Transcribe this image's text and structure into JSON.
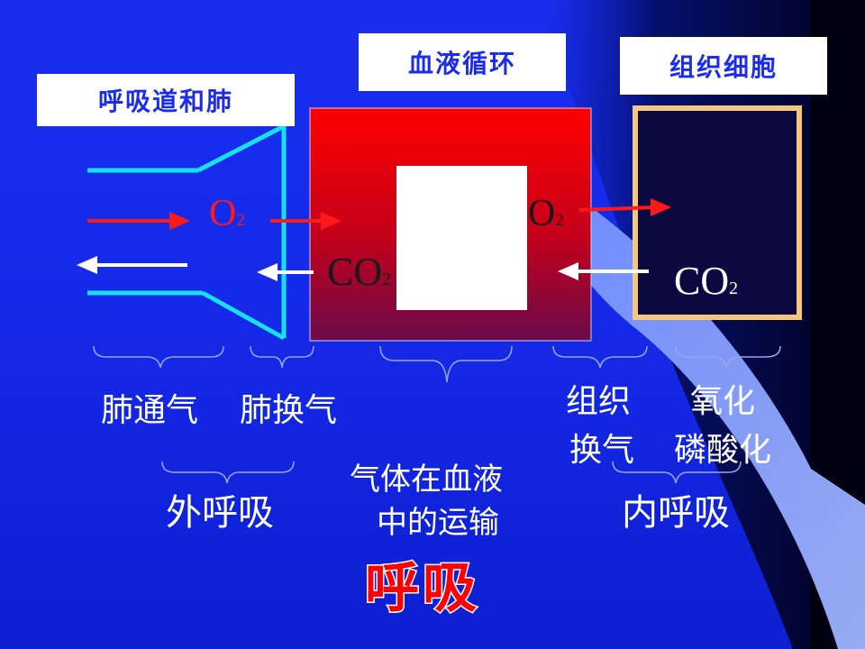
{
  "labels": {
    "respiratory_tract": "呼吸道和肺",
    "blood_circulation": "血液循环",
    "tissue_cells": "组织细胞"
  },
  "gases": {
    "o2_base": "O",
    "co2_base": "CO",
    "subscript": "2"
  },
  "stages": {
    "pulmonary_ventilation": "肺通气",
    "pulmonary_exchange": "肺换气",
    "tissue_exchange_line1": "组织",
    "tissue_exchange_line2": "换气",
    "oxidative_line1": "氧化",
    "oxidative_line2": "磷酸化",
    "blood_transport_line1": "气体在血液",
    "blood_transport_line2": "中的运输"
  },
  "groups": {
    "external_respiration": "外呼吸",
    "internal_respiration": "内呼吸"
  },
  "title": "呼吸",
  "colors": {
    "background": "#1428e6",
    "o2_red": "#ff1a1a",
    "cyan_line": "#19e0f0",
    "blood_red": "#ff0000",
    "tissue_border": "#f5c77e",
    "title_red": "#ff0000"
  }
}
